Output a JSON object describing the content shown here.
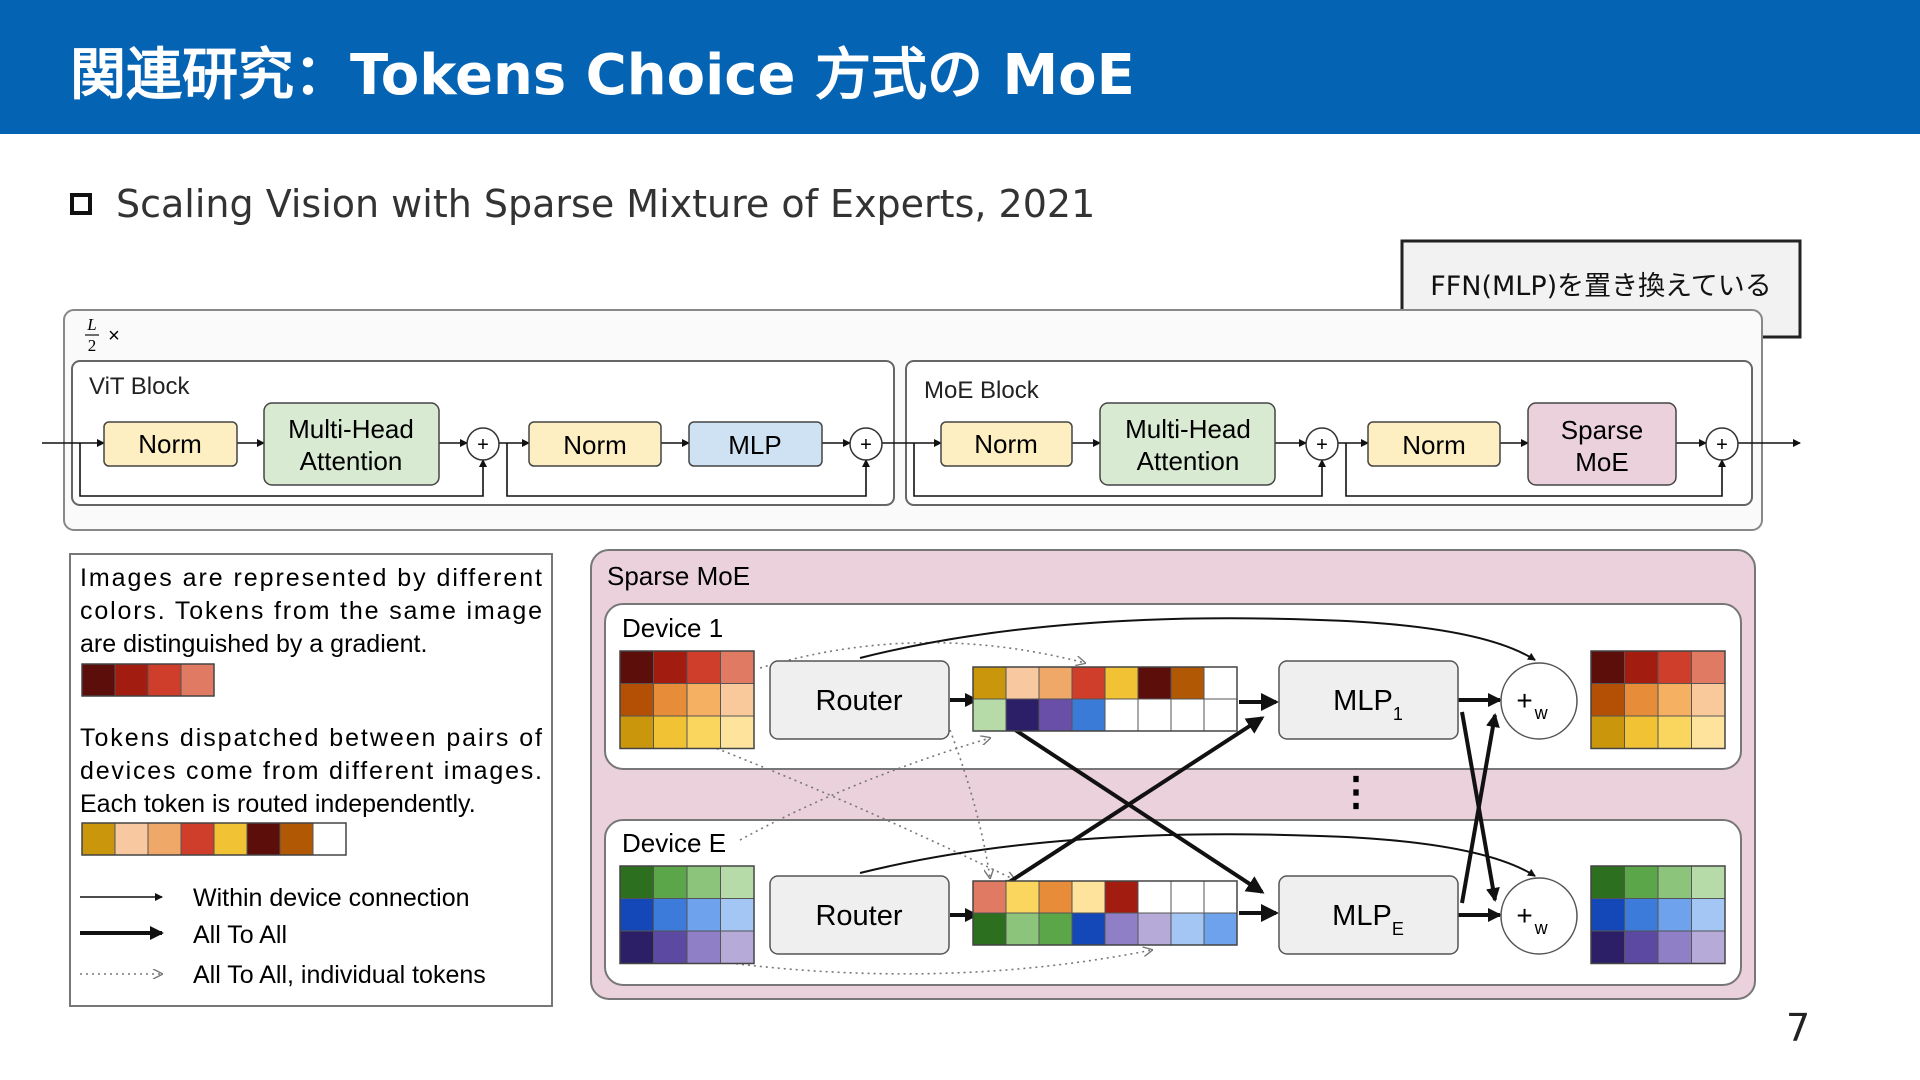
{
  "header": {
    "title": "関連研究：Tokens Choice 方式の MoE"
  },
  "bullet": {
    "text": "Scaling Vision with Sparse Mixture of Experts, 2021"
  },
  "callout": {
    "text": "FFN(MLP)を置き換えている"
  },
  "diagram": {
    "repeat_label": {
      "num": "L",
      "den": "2",
      "times": "×"
    },
    "vit_block": {
      "title": "ViT Block",
      "norm1": "Norm",
      "mha_line1": "Multi-Head",
      "mha_line2": "Attention",
      "norm2": "Norm",
      "mlp": "MLP"
    },
    "moe_block": {
      "title": "MoE Block",
      "norm1": "Norm",
      "mha_line1": "Multi-Head",
      "mha_line2": "Attention",
      "norm2": "Norm",
      "sparse_line1": "Sparse",
      "sparse_line2": "MoE"
    },
    "plus_symbol": "+",
    "legend": {
      "para1": [
        "Images are represented by different",
        "colors. Tokens from the same image",
        "are distinguished by a gradient."
      ],
      "para2": [
        "Tokens dispatched between pairs of",
        "devices come from different images.",
        "Each token is routed independently."
      ],
      "gradient_colors": [
        "#5c0f0a",
        "#a31c10",
        "#cf3d2b",
        "#e07a63"
      ],
      "dispatch_colors": [
        "#c9960c",
        "#f8c9a0",
        "#f0a868",
        "#cf3d2b",
        "#f0c234",
        "#5c0f0a",
        "#b15805",
        "#ffffff"
      ],
      "within": "Within device connection",
      "all_to_all": "All To All",
      "individual": "All To All, individual tokens"
    },
    "sparse_moe": {
      "title": "Sparse MoE",
      "device1": "Device 1",
      "deviceE": "Device E",
      "router": "Router",
      "mlp1_base": "MLP",
      "mlp1_sub": "1",
      "mlpE_base": "MLP",
      "mlpE_sub": "E",
      "plus_w": "+",
      "w_sub": "w",
      "ellipsis": "⋮"
    },
    "grids": {
      "dev1_in": [
        [
          "#5c0f0a",
          "#a31c10",
          "#cf3d2b",
          "#e07a63"
        ],
        [
          "#b44f06",
          "#e78c38",
          "#f5b061",
          "#f9c99c"
        ],
        [
          "#c9960c",
          "#f0c234",
          "#fbd65e",
          "#fde39b"
        ]
      ],
      "dev1_disp": [
        [
          "#c9960c",
          "#f8c9a0",
          "#f0a868",
          "#cf3d2b",
          "#f0c234",
          "#5c0f0a",
          "#b15805",
          "#ffffff"
        ],
        [
          "#b7dba8",
          "#2c1f68",
          "#6a4fa8",
          "#3b7bd8",
          "#ffffff",
          "#ffffff",
          "#ffffff",
          "#ffffff"
        ]
      ],
      "dev1_out": [
        [
          "#5c0f0a",
          "#a31c10",
          "#cf3d2b",
          "#e07a63"
        ],
        [
          "#b44f06",
          "#e78c38",
          "#f5b061",
          "#f9c99c"
        ],
        [
          "#c9960c",
          "#f0c234",
          "#fbd65e",
          "#fde39b"
        ]
      ],
      "devE_in": [
        [
          "#2b6f1f",
          "#5aa649",
          "#8dc47b",
          "#b6dba8"
        ],
        [
          "#1447b8",
          "#3d7bdb",
          "#6ea2ec",
          "#a4c6f5"
        ],
        [
          "#2c1f68",
          "#5c4aa2",
          "#8e7fc6",
          "#b6aad9"
        ]
      ],
      "devE_disp": [
        [
          "#e07a63",
          "#fbd65e",
          "#e78c38",
          "#fde39b",
          "#a31c10",
          "#ffffff",
          "#ffffff",
          "#ffffff"
        ],
        [
          "#2b6f1f",
          "#8dc47b",
          "#5aa649",
          "#1447b8",
          "#8e7fc6",
          "#b6aad9",
          "#a4c6f5",
          "#6ea2ec"
        ]
      ],
      "devE_out": [
        [
          "#2b6f1f",
          "#5aa649",
          "#8dc47b",
          "#b6dba8"
        ],
        [
          "#1447b8",
          "#3d7bdb",
          "#6ea2ec",
          "#a4c6f5"
        ],
        [
          "#2c1f68",
          "#5c4aa2",
          "#8e7fc6",
          "#b6aad9"
        ]
      ]
    }
  },
  "page_number": "7"
}
